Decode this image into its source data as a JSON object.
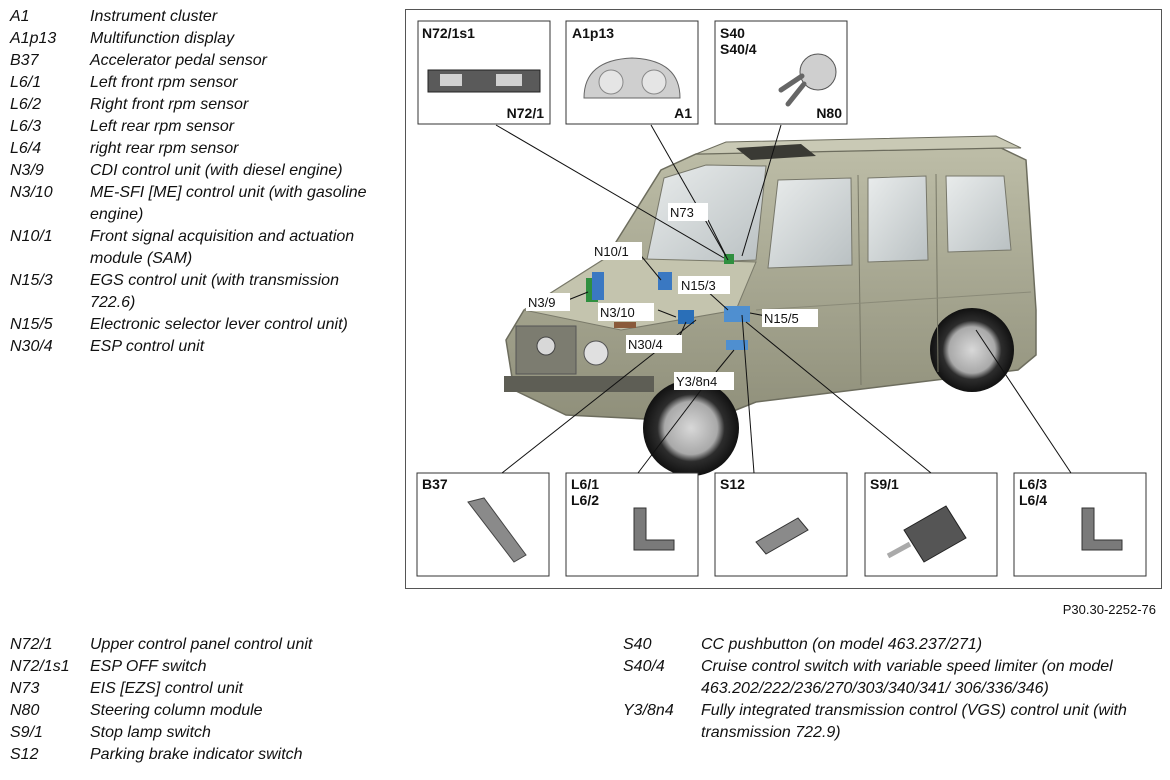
{
  "legend_left": [
    {
      "code": "A1",
      "desc": "Instrument cluster"
    },
    {
      "code": "A1p13",
      "desc": "Multifunction display"
    },
    {
      "code": "B37",
      "desc": "Accelerator pedal sensor"
    },
    {
      "code": "L6/1",
      "desc": "Left front rpm sensor"
    },
    {
      "code": "L6/2",
      "desc": "Right front rpm sensor"
    },
    {
      "code": "L6/3",
      "desc": "Left rear rpm sensor"
    },
    {
      "code": "L6/4",
      "desc": "right rear rpm sensor"
    },
    {
      "code": "N3/9",
      "desc": "CDI control unit (with diesel engine)"
    },
    {
      "code": "N3/10",
      "desc": "ME-SFI [ME] control unit (with gasoline engine)"
    },
    {
      "code": "N10/1",
      "desc": "Front signal acquisition and actuation module (SAM)"
    },
    {
      "code": "N15/3",
      "desc": "EGS control unit (with transmission 722.6)"
    },
    {
      "code": "N15/5",
      "desc": "Electronic selector lever control unit)"
    },
    {
      "code": "N30/4",
      "desc": "ESP control unit"
    }
  ],
  "legend_bottom_left": [
    {
      "code": "N72/1",
      "desc": "Upper control panel control unit"
    },
    {
      "code": "N72/1s1",
      "desc": "ESP OFF switch"
    },
    {
      "code": "N73",
      "desc": "EIS [EZS] control unit"
    },
    {
      "code": "N80",
      "desc": "Steering column module"
    },
    {
      "code": "S9/1",
      "desc": "Stop lamp switch"
    },
    {
      "code": "S12",
      "desc": "Parking brake indicator switch"
    }
  ],
  "legend_bottom_right": [
    {
      "code": "S40",
      "desc": "CC pushbutton (on model 463.237/271)"
    },
    {
      "code": "S40/4",
      "desc": "Cruise control switch with variable speed limiter (on model 463.202/222/236/270/303/340/341/ 306/336/346)"
    },
    {
      "code": "Y3/8n4",
      "desc": "Fully integrated transmission control (VGS) control unit (with transmission 722.9)"
    }
  ],
  "figure": {
    "top_boxes": {
      "n72": {
        "label_top": "N72/1s1",
        "label_bottom": "N72/1"
      },
      "a1": {
        "label_top": "A1p13",
        "label_bottom": "A1"
      },
      "s40": {
        "label_top1": "S40",
        "label_top2": "S40/4",
        "label_bottom": "N80"
      }
    },
    "bottom_boxes": {
      "b37": {
        "label1": "B37"
      },
      "l61": {
        "label1": "L6/1",
        "label2": "L6/2"
      },
      "s12": {
        "label1": "S12"
      },
      "s91": {
        "label1": "S9/1"
      },
      "l63": {
        "label1": "L6/3",
        "label2": "L6/4"
      }
    },
    "callouts": {
      "n73": "N73",
      "n101": "N10/1",
      "n153": "N15/3",
      "n39": "N3/9",
      "n310": "N3/10",
      "n155": "N15/5",
      "n304": "N30/4",
      "y38n4": "Y3/8n4"
    },
    "ref": "P30.30-2252-76"
  }
}
